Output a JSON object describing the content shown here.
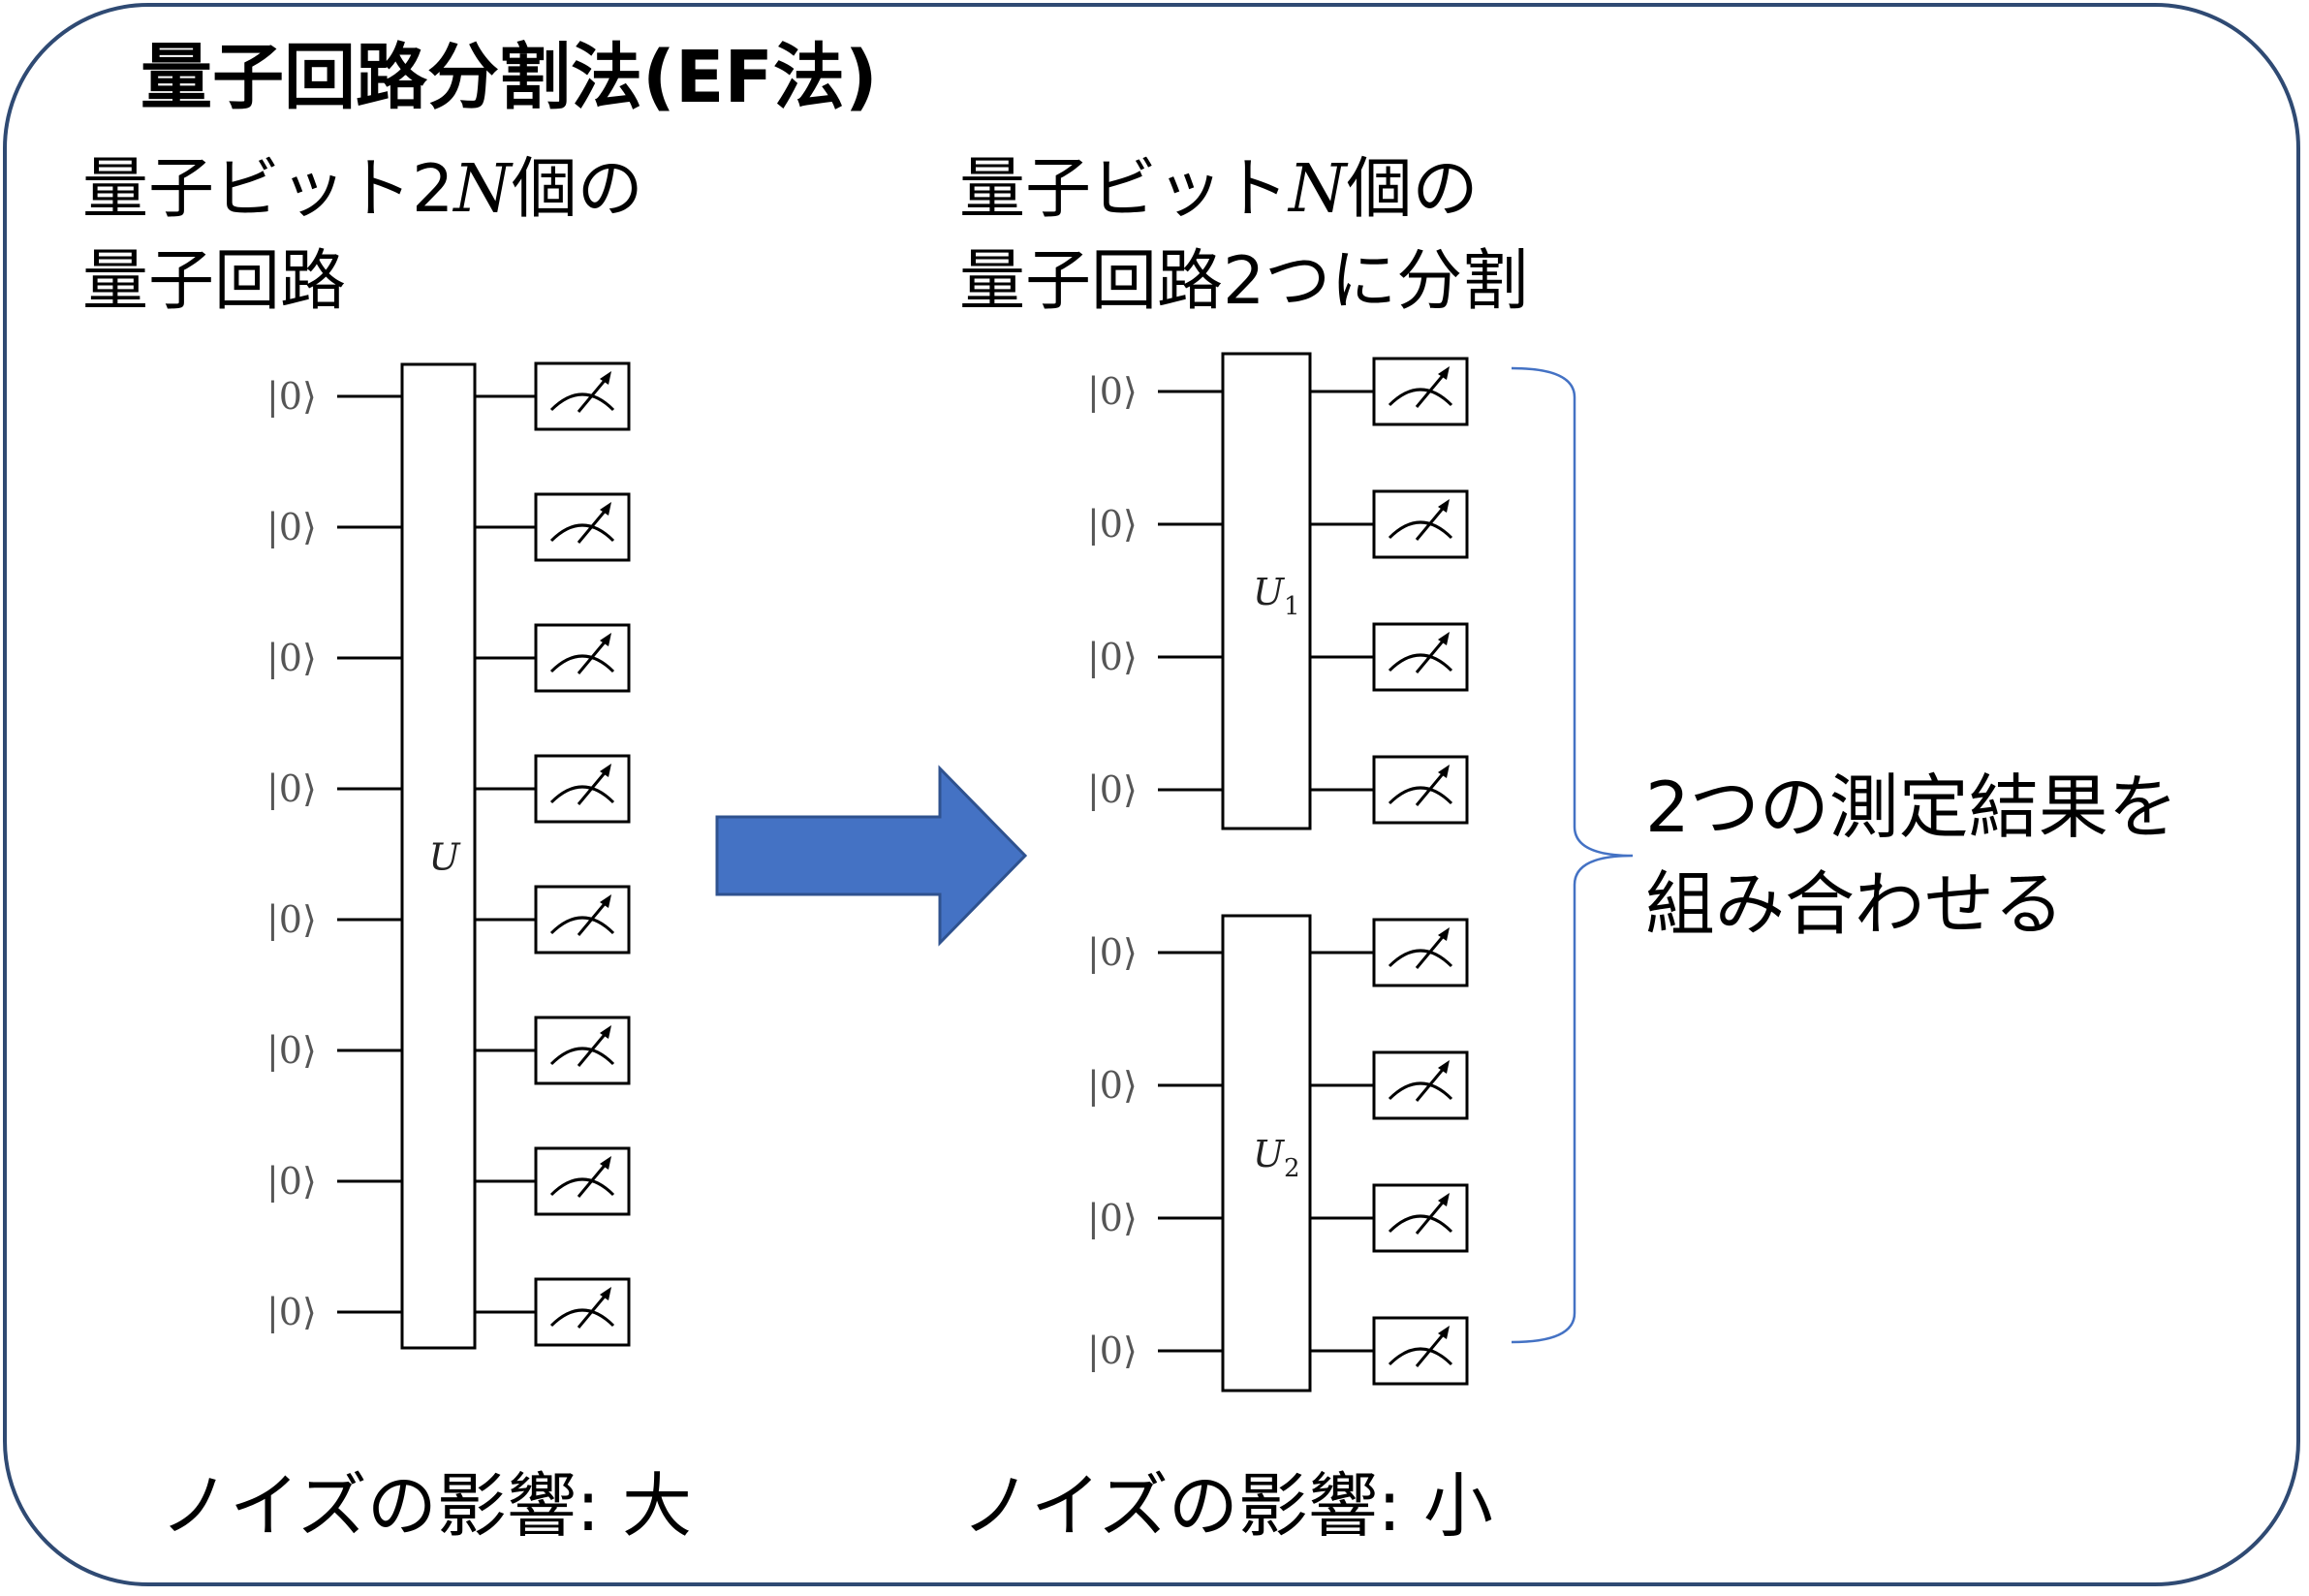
{
  "title": "量子回路分割法(EF法)",
  "left_heading": {
    "line1_a": "量子ビット2",
    "line1_var": "N",
    "line1_b": "個の",
    "line2": "量子回路"
  },
  "right_heading": {
    "line1_a": "量子ビット",
    "line1_var": "N",
    "line1_b": "個の",
    "line2": "量子回路2つに分割"
  },
  "left_circuit": {
    "qubit_count": 8,
    "ket_label": "|0⟩",
    "gate_label": "U"
  },
  "right_circuit": {
    "ket_label": "|0⟩",
    "blocks": [
      {
        "qubit_count": 4,
        "gate_label": "U",
        "gate_subscript": "1"
      },
      {
        "qubit_count": 4,
        "gate_label": "U",
        "gate_subscript": "2"
      }
    ]
  },
  "note": {
    "line1": "2つの測定結果を",
    "line2": "組み合わせる"
  },
  "noise_left": "ノイズの影響: 大",
  "noise_right": "ノイズの影響: 小",
  "colors": {
    "frame": "#2f4a73",
    "arrow": "#4472c4",
    "arrow_edge": "#2f528f",
    "brace": "#4472c4",
    "line": "#000000"
  },
  "icons": {
    "measurement": "meter-icon",
    "arrow": "right-arrow-icon",
    "brace": "right-brace-icon"
  }
}
